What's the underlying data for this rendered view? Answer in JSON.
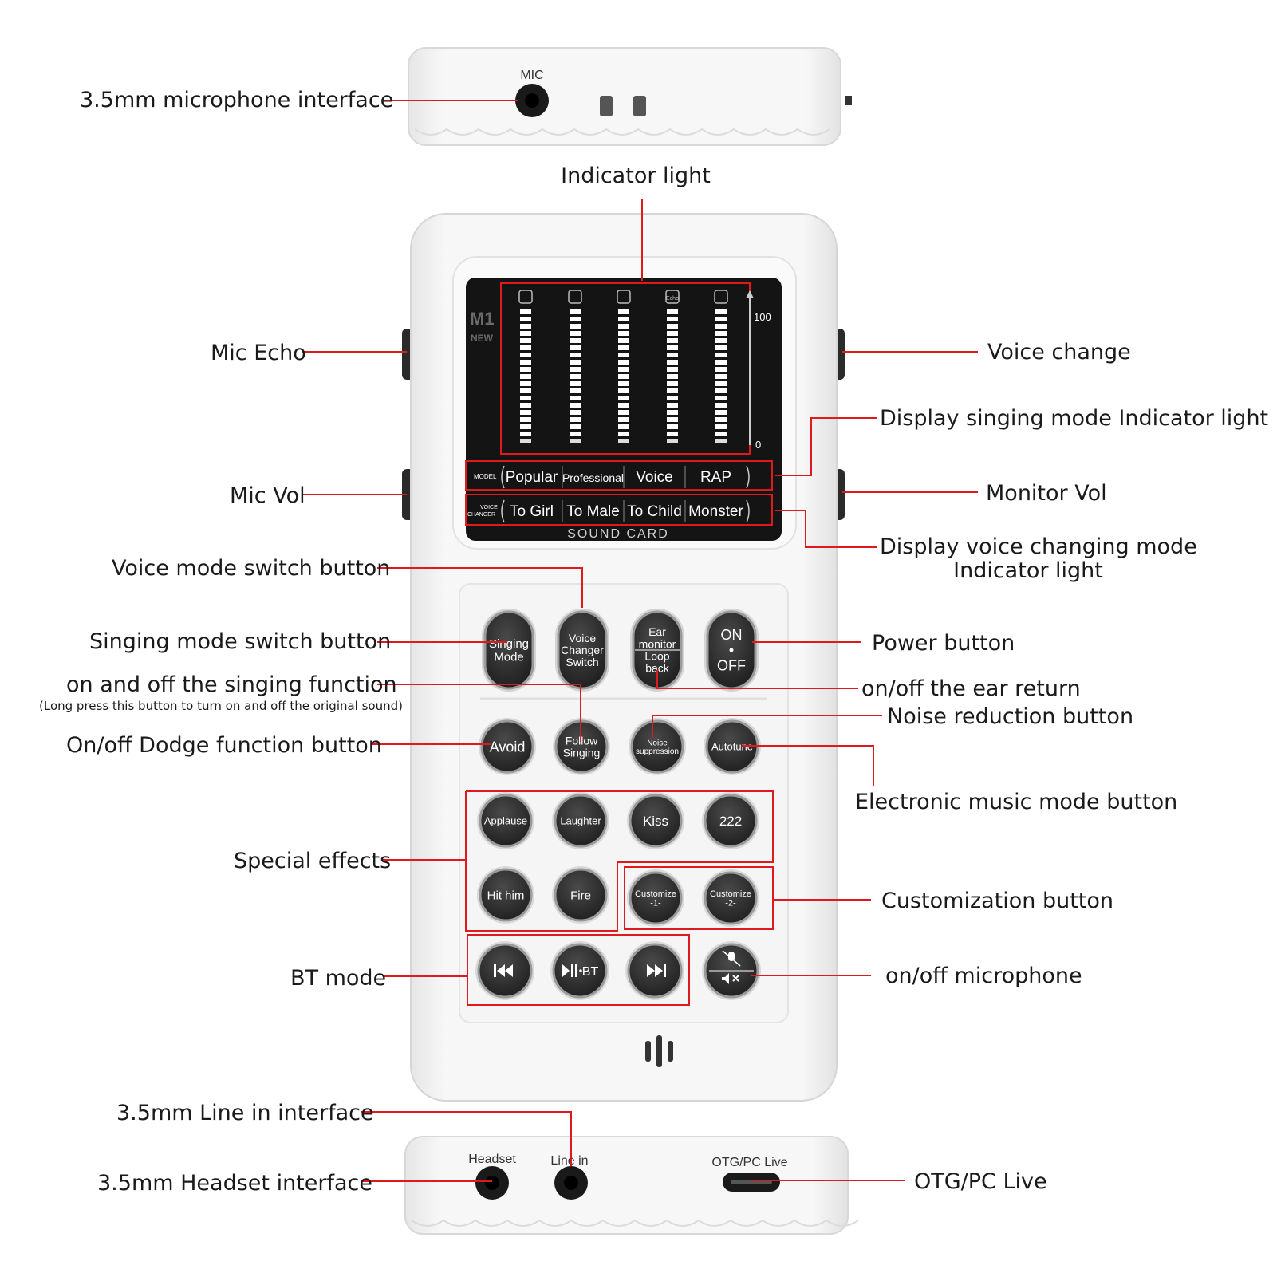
{
  "colors": {
    "accent": "#e0191e",
    "device": "#f3f3f3",
    "button": "#2e2e2e",
    "screen": "#141414"
  },
  "top_port": {
    "label": "MIC"
  },
  "bottom_ports": {
    "headset": "Headset",
    "line_in": "Line in",
    "otg": "OTG/PC Live"
  },
  "screen": {
    "brand": "M1",
    "brand_sub": "NEW",
    "scale_max": "100",
    "scale_min": "0",
    "column_icons": [
      "mic-icon",
      "headphones-icon",
      "music-note-icon",
      "echo-icon",
      "camera-icon"
    ],
    "echo_icon_text": "Echo",
    "model_tag": "MODEL",
    "models": [
      "Popular",
      "Professional",
      "Voice",
      "RAP"
    ],
    "changer_tag_1": "VOICE",
    "changer_tag_2": "CHANGER",
    "changers": [
      "To Girl",
      "To Male",
      "To Child",
      "Monster"
    ],
    "footer": "SOUND CARD"
  },
  "buttons": {
    "row1": [
      {
        "lines": [
          "Singing",
          "Mode"
        ]
      },
      {
        "lines": [
          "Voice",
          "Changer",
          "Switch"
        ]
      },
      {
        "lines": [
          "Ear",
          "monitor",
          "Loop",
          "back"
        ]
      },
      {
        "lines": [
          "ON",
          "OFF"
        ]
      }
    ],
    "row2": [
      "Avoid",
      "Follow Singing",
      "Noise suppression",
      "Autotune"
    ],
    "row2_lines": [
      [
        "Avoid"
      ],
      [
        "Follow",
        "Singing"
      ],
      [
        "Noise",
        "suppression"
      ],
      [
        "Autotune"
      ]
    ],
    "row3": [
      "Applause",
      "Laughter",
      "Kiss",
      "222"
    ],
    "row4": [
      "Hit him",
      "Fire"
    ],
    "custom": [
      [
        "Customize",
        "-1-"
      ],
      [
        "Customize",
        "-2-"
      ]
    ],
    "bt": [
      "prev-icon",
      "play-pause-bt-icon",
      "next-icon"
    ],
    "bt_label": "BT",
    "mic_toggle": "mic-mute-icon"
  },
  "labels": {
    "mic_interface": "3.5mm microphone  interface",
    "indicator_light": "Indicator light",
    "mic_echo": "Mic Echo",
    "voice_change": "Voice change",
    "singing_mode_indicator": "Display singing mode Indicator light",
    "mic_vol": "Mic Vol",
    "monitor_vol": "Monitor Vol",
    "voice_changing_indicator_1": "Display voice changing mode",
    "voice_changing_indicator_2": "Indicator light",
    "voice_mode_switch": "Voice mode switch button",
    "singing_mode_switch": "Singing mode switch button",
    "power_button": "Power button",
    "singing_function": "on and off the singing function",
    "singing_function_note": "(Long press this button to turn on and off the original sound)",
    "ear_return": "on/off the ear return",
    "noise_reduction": "Noise reduction button",
    "dodge_function": "On/off Dodge function button",
    "electronic_music": "Electronic music mode button",
    "special_effects": "Special effects",
    "customization": "Customization button",
    "bt_mode": "BT mode",
    "mic_onoff": "on/off microphone",
    "line_in_interface": "3.5mm Line in  interface",
    "headset_interface": "3.5mm Headset  interface",
    "otg_live": "OTG/PC Live"
  }
}
